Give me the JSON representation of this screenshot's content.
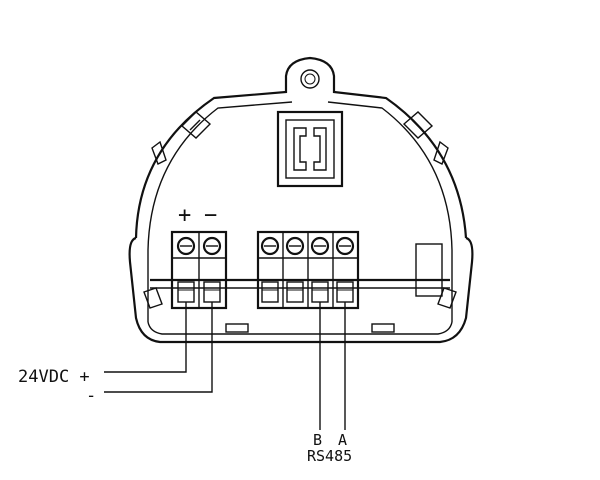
{
  "labels": {
    "plus": "+",
    "minus": "−",
    "power": "24VDC +",
    "power_neg": "-",
    "b": "B",
    "a": "A",
    "bus": "RS485"
  }
}
